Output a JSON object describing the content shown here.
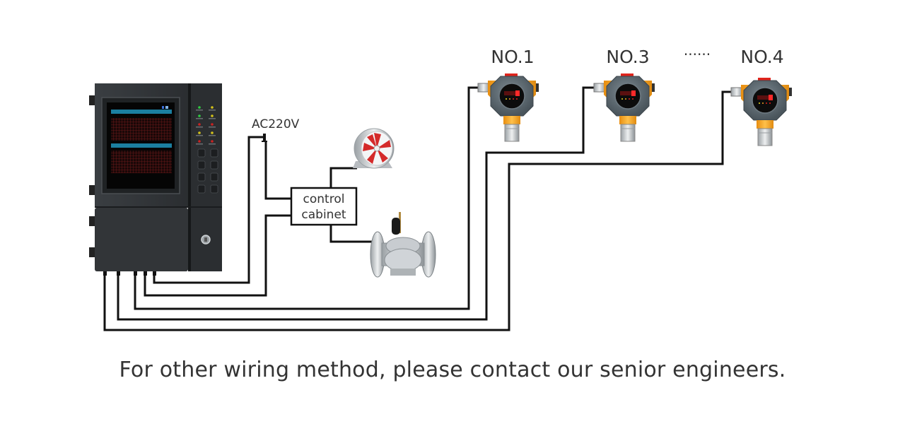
{
  "diagram": {
    "title": "Gas detection system wiring diagram",
    "controller": {
      "name": "gas alarm controller",
      "screen_color": "#1a1a1a",
      "status_leds": [
        "#2ecc40",
        "#d4c21a",
        "#2ecc40",
        "#d4c21a",
        "#cc2222",
        "#cc2222",
        "#d4c21a",
        "#d4c21a",
        "#cc2222",
        "#cc2222"
      ],
      "button_count": 8
    },
    "power_label": "AC220V",
    "control_cabinet": {
      "line1": "control",
      "line2": "cabinet"
    },
    "outputs": [
      {
        "name": "exhaust-fan",
        "blade_color": "#d42a2a"
      },
      {
        "name": "solenoid-valve"
      }
    ],
    "detectors": [
      {
        "label": "NO.1"
      },
      {
        "label": "NO.3"
      },
      {
        "label": "NO.4"
      }
    ],
    "ellipsis": "······",
    "colors": {
      "wire": "#111111",
      "detector_body": "#f2a31b",
      "detector_cover": "#5d6970",
      "detector_alarm_light": "#e0241c",
      "controller_body": "#2e3236",
      "text": "#333333"
    }
  },
  "caption": "For other wiring method, please contact our senior engineers."
}
